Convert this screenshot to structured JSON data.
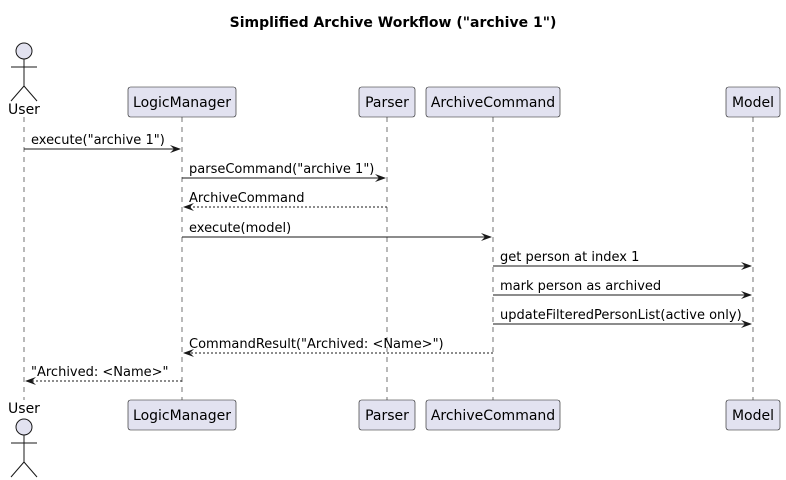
{
  "diagram": {
    "title": "Simplified Archive Workflow (\"archive 1\")",
    "participants": [
      {
        "id": "user",
        "label": "User",
        "kind": "actor"
      },
      {
        "id": "logic",
        "label": "LogicManager",
        "kind": "participant"
      },
      {
        "id": "parser",
        "label": "Parser",
        "kind": "participant"
      },
      {
        "id": "archcmd",
        "label": "ArchiveCommand",
        "kind": "participant"
      },
      {
        "id": "model",
        "label": "Model",
        "kind": "participant"
      }
    ],
    "messages": [
      {
        "from": "user",
        "to": "logic",
        "label": "execute(\"archive 1\")",
        "style": "solid"
      },
      {
        "from": "logic",
        "to": "parser",
        "label": "parseCommand(\"archive 1\")",
        "style": "solid"
      },
      {
        "from": "parser",
        "to": "logic",
        "label": "ArchiveCommand",
        "style": "dashed"
      },
      {
        "from": "logic",
        "to": "archcmd",
        "label": "execute(model)",
        "style": "solid"
      },
      {
        "from": "archcmd",
        "to": "model",
        "label": "get person at index 1",
        "style": "solid"
      },
      {
        "from": "archcmd",
        "to": "model",
        "label": "mark person as archived",
        "style": "solid"
      },
      {
        "from": "archcmd",
        "to": "model",
        "label": "updateFilteredPersonList(active only)",
        "style": "solid"
      },
      {
        "from": "archcmd",
        "to": "logic",
        "label": "CommandResult(\"Archived: <Name>\")",
        "style": "dashed"
      },
      {
        "from": "logic",
        "to": "user",
        "label": "\"Archived: <Name>\"",
        "style": "dashed"
      }
    ],
    "colors": {
      "participant_fill": "#E2E2F0",
      "stroke": "#181818",
      "background": "#FFFFFF"
    }
  }
}
